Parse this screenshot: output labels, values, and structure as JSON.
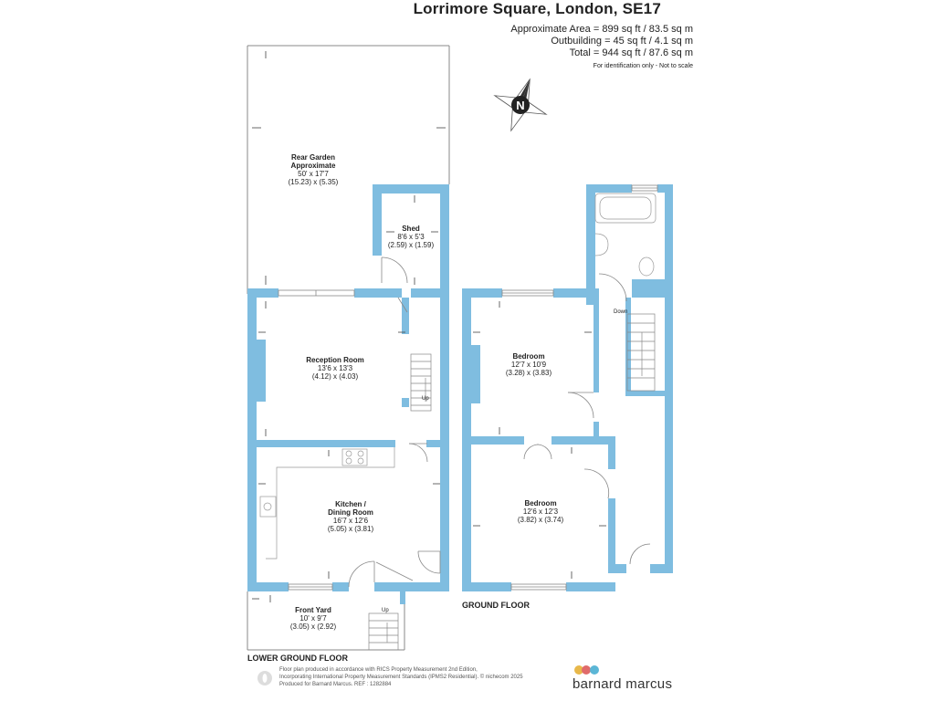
{
  "header": {
    "title": "Lorrimore Square, London, SE17",
    "approx_area": "Approximate Area = 899 sq ft / 83.5 sq m",
    "outbuilding": "Outbuilding = 45 sq ft / 4.1 sq m",
    "total": "Total = 944 sq ft / 87.6 sq m",
    "note": "For identification only - Not to scale"
  },
  "compass": {
    "letter": "N",
    "icon": "compass-icon"
  },
  "lower_ground": {
    "label": "LOWER GROUND FLOOR",
    "rooms": [
      {
        "name": "Rear Garden",
        "line2": "Approximate",
        "imperial": "50' x 17'7",
        "metric": "(15.23) x (5.35)"
      },
      {
        "name": "Shed",
        "imperial": "8'6 x 5'3",
        "metric": "(2.59) x (1.59)"
      },
      {
        "name": "Reception Room",
        "imperial": "13'6 x 13'3",
        "metric": "(4.12) x (4.03)"
      },
      {
        "name": "Kitchen /",
        "line2": "Dining Room",
        "imperial": "16'7 x 12'6",
        "metric": "(5.05) x (3.81)"
      },
      {
        "name": "Front Yard",
        "imperial": "10' x 9'7",
        "metric": "(3.05) x (2.92)"
      }
    ],
    "stairs_up": "Up",
    "yard_up": "Up"
  },
  "ground": {
    "label": "GROUND FLOOR",
    "rooms": [
      {
        "name": "Bedroom",
        "imperial": "12'7 x 10'9",
        "metric": "(3.28) x (3.83)"
      },
      {
        "name": "Bedroom",
        "imperial": "12'6 x 12'3",
        "metric": "(3.82) x (3.74)"
      }
    ],
    "stairs_down": "Down"
  },
  "footer": {
    "line1": "Floor plan produced in accordance with RICS Property Measurement 2nd Edition,",
    "line2": "Incorporating International Property Measurement Standards (IPMS2 Residential).  © nichecom 2025",
    "line3": "Produced for Barnard Marcus.   REF : 1282884",
    "brand": "barnard marcus",
    "brand_dot_colors": [
      "#e8b84a",
      "#e06b6b",
      "#5bb6d6"
    ]
  },
  "colors": {
    "wall": "#7fbde0",
    "fixture": "#9aa5ab"
  }
}
